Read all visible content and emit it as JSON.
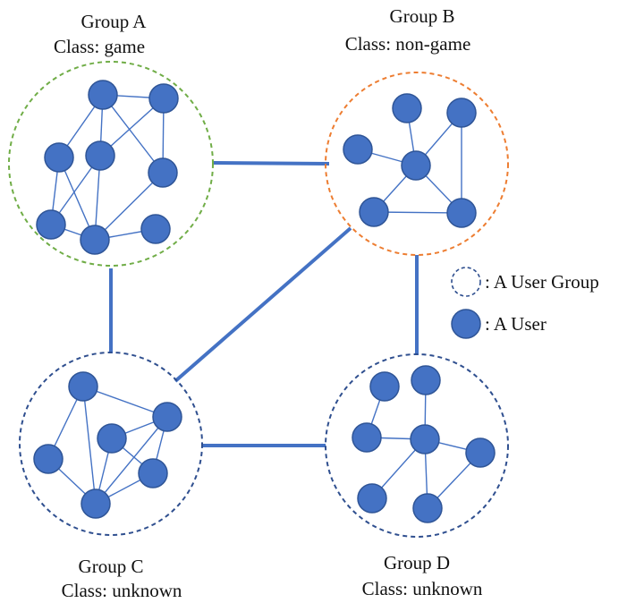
{
  "groups": [
    {
      "id": "a",
      "name": "Group A",
      "class_label": "Class: game",
      "border_color": "#70AD47"
    },
    {
      "id": "b",
      "name": "Group B",
      "class_label": "Class: non-game",
      "border_color": "#ED7D31"
    },
    {
      "id": "c",
      "name": "Group C",
      "class_label": "Class: unknown",
      "border_color": "#2F4F8F"
    },
    {
      "id": "d",
      "name": "Group D",
      "class_label": "Class: unknown",
      "border_color": "#2F4F8F"
    }
  ],
  "legend": {
    "group_label": ": A User Group",
    "user_label": ": A User"
  },
  "colors": {
    "user_fill": "#4472C4",
    "user_stroke": "#2F5597",
    "edge": "#4472C4",
    "link": "#4472C4"
  }
}
